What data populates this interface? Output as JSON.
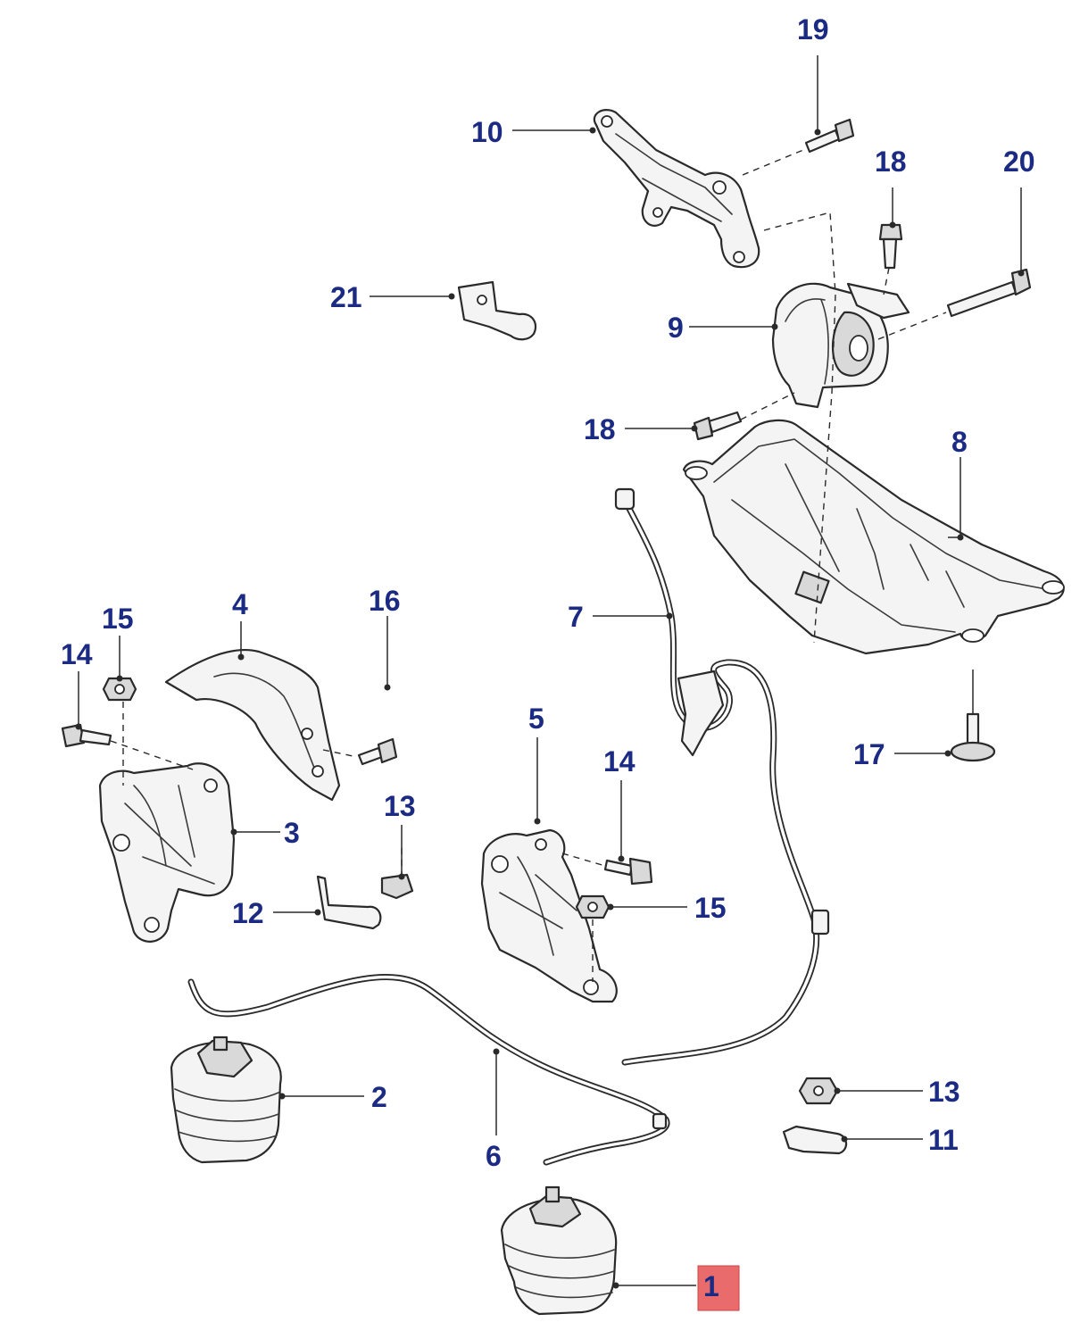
{
  "colors": {
    "callout_text": "#1b2a82",
    "line_art": "#2a2a2a",
    "highlight": "#e96b6b"
  },
  "highlighted_callout": "1",
  "callouts": [
    {
      "id": "c19",
      "label": "19"
    },
    {
      "id": "c10",
      "label": "10"
    },
    {
      "id": "c18a",
      "label": "18"
    },
    {
      "id": "c20",
      "label": "20"
    },
    {
      "id": "c21",
      "label": "21"
    },
    {
      "id": "c9",
      "label": "9"
    },
    {
      "id": "c18b",
      "label": "18"
    },
    {
      "id": "c8",
      "label": "8"
    },
    {
      "id": "c7",
      "label": "7"
    },
    {
      "id": "c4",
      "label": "4"
    },
    {
      "id": "c16",
      "label": "16"
    },
    {
      "id": "c15a",
      "label": "15"
    },
    {
      "id": "c14a",
      "label": "14"
    },
    {
      "id": "c3",
      "label": "3"
    },
    {
      "id": "c5",
      "label": "5"
    },
    {
      "id": "c14b",
      "label": "14"
    },
    {
      "id": "c17",
      "label": "17"
    },
    {
      "id": "c13a",
      "label": "13"
    },
    {
      "id": "c12",
      "label": "12"
    },
    {
      "id": "c15b",
      "label": "15"
    },
    {
      "id": "c2",
      "label": "2"
    },
    {
      "id": "c6",
      "label": "6"
    },
    {
      "id": "c13b",
      "label": "13"
    },
    {
      "id": "c11",
      "label": "11"
    },
    {
      "id": "c1",
      "label": "1"
    }
  ]
}
